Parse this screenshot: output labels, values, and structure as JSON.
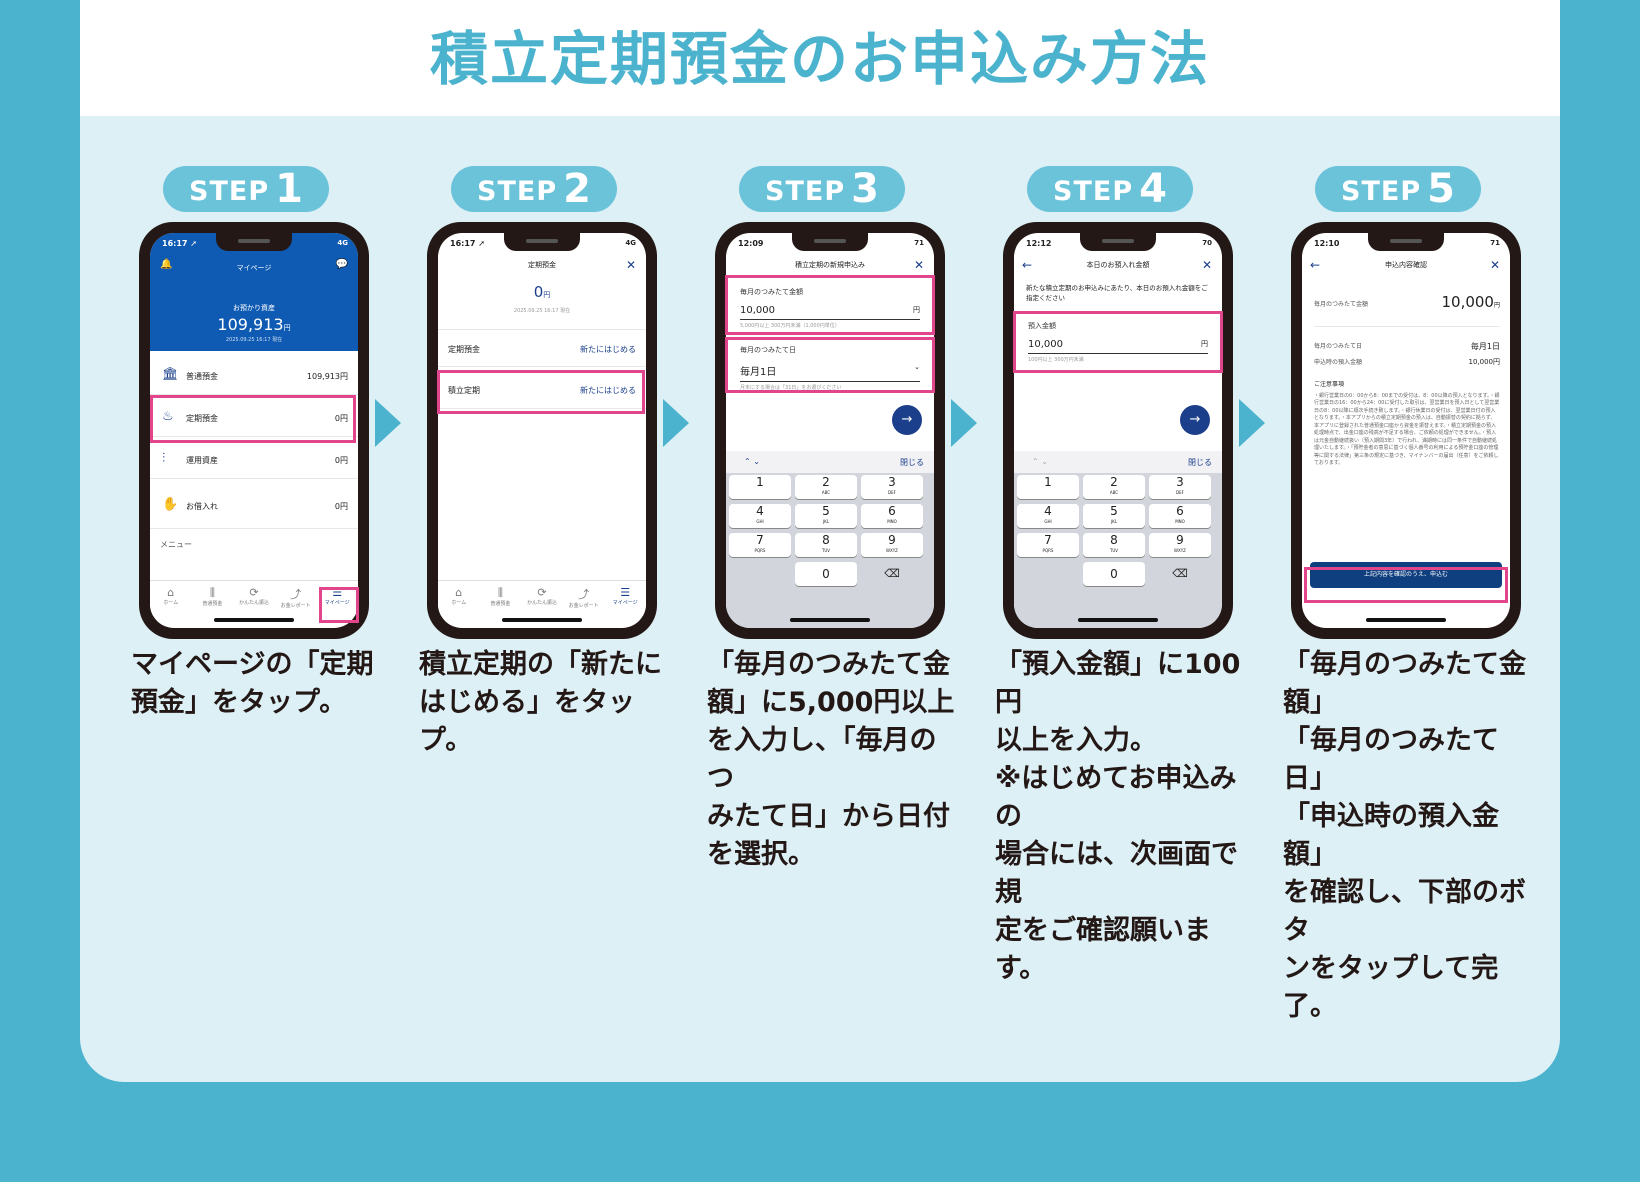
{
  "title": "積立定期預金のお申込み方法",
  "step_word": "STEP",
  "steps": [
    {
      "number": "1",
      "caption_lines": [
        "マイページの「定期",
        "預金」をタップ。"
      ],
      "screen": {
        "time": "16:17 ➚",
        "signal": "4G",
        "header": "マイページ",
        "assets_label": "お預かり資産",
        "assets_value": "109,913",
        "assets_unit": "円",
        "assets_date": "2025.09.25 16:17 現在",
        "rows": [
          {
            "icon": "bank-icon",
            "glyph": "🏛",
            "label": "普通預金",
            "value": "109,913円"
          },
          {
            "icon": "piggy-bank-icon",
            "glyph": "♨",
            "label": "定期預金",
            "value": "0円"
          },
          {
            "icon": "investment-icon",
            "glyph": "⫶",
            "label": "運用資産",
            "value": "0円"
          },
          {
            "icon": "loan-icon",
            "glyph": "✋",
            "label": "お借入れ",
            "value": "0円"
          }
        ],
        "menu_label": "メニュー",
        "tabs": [
          {
            "label": "ホーム",
            "glyph": "⌂"
          },
          {
            "label": "普通預金",
            "glyph": "⫼"
          },
          {
            "label": "かんたん振込",
            "glyph": "⟳"
          },
          {
            "label": "お金レポート",
            "glyph": "⤴"
          },
          {
            "label": "マイページ",
            "glyph": "☰"
          }
        ]
      }
    },
    {
      "number": "2",
      "caption_lines": [
        "積立定期の「新たに",
        "はじめる」をタップ。"
      ],
      "screen": {
        "time": "16:17 ➚",
        "signal": "4G",
        "header": "定期預金",
        "amount": "0",
        "unit": "円",
        "date": "2025.09.25 16:17 現在",
        "rows": [
          {
            "label": "定期預金",
            "action": "新たにはじめる"
          },
          {
            "label": "積立定期",
            "action": "新たにはじめる"
          }
        ]
      }
    },
    {
      "number": "3",
      "caption_lines": [
        "「毎月のつみたて金",
        "額」に5,000円以上",
        "を入力し、「毎月のつ",
        "みたて日」から日付",
        "を選択。"
      ],
      "screen": {
        "time": "12:09",
        "signal": "71",
        "header": "積立定期の新規申込み",
        "field1_label": "毎月のつみたて金額",
        "field1_value": "10,000",
        "field1_unit": "円",
        "field1_hint": "5,000円以上 300万円未満（1,000円単位）",
        "field2_label": "毎月のつみたて日",
        "field2_value": "毎月1日",
        "field2_hint": "月末にする場合は「31日」をお選びください",
        "close_label": "閉じる"
      }
    },
    {
      "number": "4",
      "caption_lines": [
        "「預入金額」に100円",
        "以上を入力。",
        "※はじめてお申込みの",
        "場合には、次画面で規",
        "定をご確認願います。"
      ],
      "screen": {
        "time": "12:12",
        "signal": "70",
        "header": "本日のお預入れ金額",
        "intro": "新たな積立定期のお申込みにあたり、本日のお預入れ金額をご指定ください",
        "field_label": "預入金額",
        "field_value": "10,000",
        "field_unit": "円",
        "field_hint": "100円以上 300万円未満",
        "close_label": "閉じる"
      }
    },
    {
      "number": "5",
      "caption_lines": [
        "「毎月のつみたて金額」",
        "「毎月のつみたて日」",
        "「申込時の預入金額」",
        "を確認し、下部のボタ",
        "ンをタップして完了。"
      ],
      "screen": {
        "time": "12:10",
        "signal": "71",
        "header": "申込内容確認",
        "amount_label": "毎月のつみたて金額",
        "amount_value": "10,000",
        "amount_unit": "円",
        "day_label": "毎月のつみたて日",
        "day_value": "毎月1日",
        "deposit_label": "申込時の預入金額",
        "deposit_value": "10,000円",
        "notes_title": "ご注意事項",
        "notes_text": "・銀行営業日の0：00から8：00までの受付は、8：00以降の預入となります。・銀行営業日の16：00から24：00に受付した取引は、翌営業日を預入日として翌営業日の8：00以降に順次手続き致します。・銀行休業日の受付は、翌営業日付の預入となります。・本アプリからの積立定期預金の預入は、自動振替の契約に拠らず、本アプリに登録された普通預金口座から資金を振替えます。・積立定期預金の預入処理時点で、出金口座の残高が不足する場合、ご依頼の処理ができません。・預入は元金自動継続扱い（預入期間3年）で行われ、満期時には同一条件で自動継続処理いたします。・「預貯金者の意思に基づく個人番号の利用による預貯金口座の管理等に関する法律」第三条の規定に基づき、マイナンバーの届出（任意）をご依頼しております。",
        "submit_label": "上記内容を確認のうえ、申込む"
      }
    }
  ],
  "keypad": [
    {
      "digit": "1",
      "letters": ""
    },
    {
      "digit": "2",
      "letters": "ABC"
    },
    {
      "digit": "3",
      "letters": "DEF"
    },
    {
      "digit": "4",
      "letters": "GHI"
    },
    {
      "digit": "5",
      "letters": "JKL"
    },
    {
      "digit": "6",
      "letters": "MNO"
    },
    {
      "digit": "7",
      "letters": "PQRS"
    },
    {
      "digit": "8",
      "letters": "TUV"
    },
    {
      "digit": "9",
      "letters": "WXYZ"
    },
    {
      "digit": "0",
      "letters": ""
    }
  ],
  "colors": {
    "background": "#4BB3CE",
    "panel": "#DDF0F6",
    "badge": "#6BC3DA",
    "highlight": "#E3458C",
    "brand_blue": "#0F5BB4",
    "dark_blue": "#0F3F7F"
  }
}
